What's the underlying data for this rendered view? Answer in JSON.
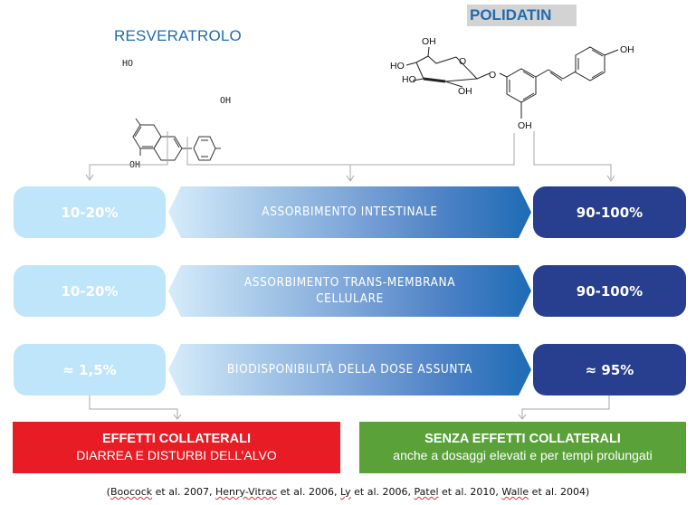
{
  "molecules": {
    "left": {
      "name": "RESVERATROLO",
      "labels": [
        "HO",
        "OH",
        "OH"
      ]
    },
    "right": {
      "name": "POLIDATIN",
      "labels": [
        "OH",
        "HO",
        "O",
        "HO",
        "OH",
        "O",
        "OH",
        "OH"
      ]
    }
  },
  "rows": [
    {
      "left_value": "10-20%",
      "label_line1": "ASSORBIMENTO  INTESTINALE",
      "label_line2": "",
      "right_value": "90-100%"
    },
    {
      "left_value": "10-20%",
      "label_line1": "ASSORBIMENTO TRANS-MEMBRANA",
      "label_line2": "CELLULARE",
      "right_value": "90-100%"
    },
    {
      "left_value": "≈  1,5%",
      "label_line1": "BIODISPONIBILITÀ  DELLA  DOSE  ASSUNTA",
      "label_line2": "",
      "right_value": "≈ 95%"
    }
  ],
  "outcomes": {
    "left": {
      "title": "EFFETTI COLLATERALI",
      "subtitle": "DIARREA E DISTURBI DELL’ALVO",
      "color": "#e81c24"
    },
    "right": {
      "title": "SENZA EFFETTI COLLATERALI",
      "subtitle": "anche a dosaggi elevati e per tempi prolungati",
      "color": "#5aa13a"
    }
  },
  "citation": {
    "open": "(",
    "refs": [
      {
        "author": "Boocock",
        "rest": " et al. 2007, "
      },
      {
        "author": "Henry-Vitrac",
        "rest": " et al. 2006, "
      },
      {
        "author": "Ly",
        "rest": " et al. 2006, "
      },
      {
        "author": "Patel",
        "rest": " et al. 2010, "
      },
      {
        "author": "Walle",
        "rest": " et al. 2004"
      }
    ],
    "close": ")"
  },
  "colors": {
    "light_blue": "#bfe5fa",
    "dark_blue": "#273f8e",
    "title_blue": "#1f6bb0",
    "connector_gray": "#a8a8a8"
  }
}
